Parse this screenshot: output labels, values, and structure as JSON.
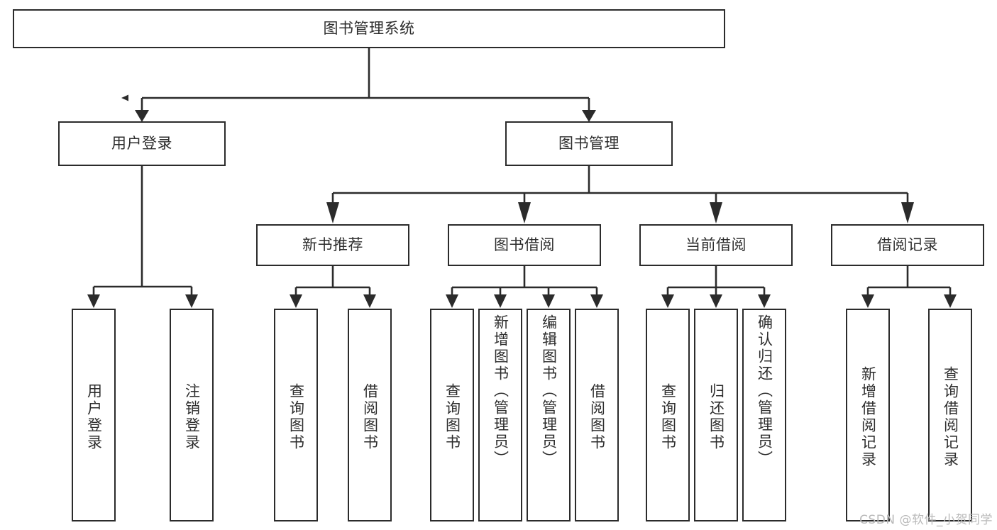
{
  "diagram": {
    "title": "图书管理系统",
    "type": "hierarchy-tree",
    "watermark": "CSDN @软件_小贺同学",
    "colors": {
      "border": "#2b2b2b",
      "text": "#2d2d2d",
      "background": "#ffffff",
      "watermark": "#b9b9b9"
    },
    "levels": {
      "root": {
        "label": "图书管理系统"
      },
      "level2": [
        {
          "label": "用户登录"
        },
        {
          "label": "图书管理"
        }
      ],
      "level3": [
        {
          "label": "新书推荐"
        },
        {
          "label": "图书借阅"
        },
        {
          "label": "当前借阅"
        },
        {
          "label": "借阅记录"
        }
      ],
      "leaves": [
        {
          "label": "用户登录",
          "parent": "用户登录"
        },
        {
          "label": "注销登录",
          "parent": "用户登录"
        },
        {
          "label": "查询图书",
          "parent": "新书推荐"
        },
        {
          "label": "借阅图书",
          "parent": "新书推荐"
        },
        {
          "label": "查询图书",
          "parent": "图书借阅"
        },
        {
          "label": "新增图书（管理员）",
          "parent": "图书借阅"
        },
        {
          "label": "编辑图书（管理员）",
          "parent": "图书借阅"
        },
        {
          "label": "借阅图书",
          "parent": "图书借阅"
        },
        {
          "label": "查询图书",
          "parent": "当前借阅"
        },
        {
          "label": "归还图书",
          "parent": "当前借阅"
        },
        {
          "label": "确认归还（管理员）",
          "parent": "当前借阅"
        },
        {
          "label": "新增借阅记录",
          "parent": "借阅记录"
        },
        {
          "label": "查询借阅记录",
          "parent": "借阅记录"
        }
      ]
    }
  }
}
